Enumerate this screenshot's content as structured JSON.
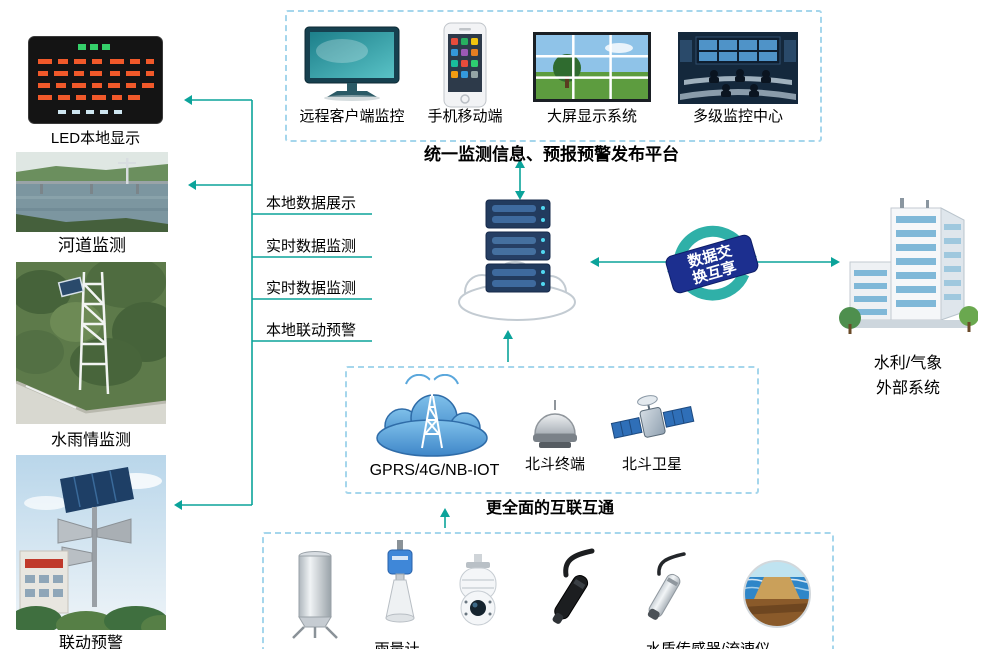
{
  "left_column": {
    "items": [
      {
        "label": "LED本地显示"
      },
      {
        "label": "河道监测"
      },
      {
        "label": "水雨情监测"
      },
      {
        "label": "联动预警"
      }
    ]
  },
  "links": {
    "labels": [
      "本地数据展示",
      "实时数据监测",
      "实时数据监测",
      "本地联动预警"
    ]
  },
  "platform": {
    "items": [
      {
        "label": "远程客户端监控"
      },
      {
        "label": "手机移动端"
      },
      {
        "label": "大屏显示系统"
      },
      {
        "label": "多级监控中心"
      }
    ],
    "caption": "统一监测信息、预报预警发布平台"
  },
  "exchange": {
    "label": "数据交换互享",
    "line1": "数据交",
    "line2": "换互享"
  },
  "external": {
    "line1": "水利/气象",
    "line2": "外部系统"
  },
  "comm": {
    "items": [
      {
        "label": "GPRS/4G/NB-IOT"
      },
      {
        "label": "北斗终端"
      },
      {
        "label": "北斗卫星"
      }
    ],
    "caption": "更全面的互联互通"
  },
  "sensors": {
    "partial_labels": [
      {
        "label": "雨量计"
      },
      {
        "label": "水质传感器/流速仪"
      }
    ]
  },
  "colors": {
    "arrow": "#0ba39a",
    "box_border": "#a5d6ec",
    "ribbon": "#1c2f8f",
    "arc": "#2fb0a8"
  }
}
